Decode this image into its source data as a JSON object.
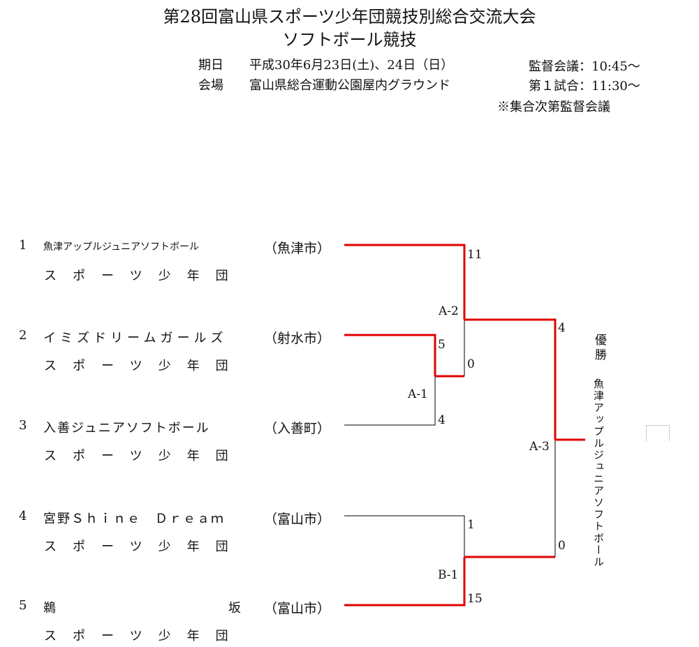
{
  "header": {
    "title_line1": "第28回富山県スポーツ少年団競技別総合交流大会",
    "title_line2": "ソフトボール競技",
    "date_label": "期日",
    "date_value": "平成30年6月23日(土)、24日（日）",
    "venue_label": "会場",
    "venue_value": "富山県総合運動公園屋内グラウンド",
    "meeting": "監督会議：10:45～",
    "first_game": "第１試合：11:30～",
    "note": "※集合次第監督会議"
  },
  "teams": [
    {
      "num": "1",
      "name": "魚津アップルジュニアソフトボール",
      "sub": "スポーツ少年団",
      "city": "（魚津市）"
    },
    {
      "num": "2",
      "name": "イミズドリームガールズ",
      "sub": "スポーツ少年団",
      "city": "（射水市）"
    },
    {
      "num": "3",
      "name": "入善ジュニアソフトボール",
      "sub": "スポーツ少年団",
      "city": "（入善町）"
    },
    {
      "num": "4",
      "name": "宮野Ｓｈｉｎｅ　Ｄｒｅａｍ",
      "sub": "スポーツ少年団",
      "city": "（富山市）"
    },
    {
      "num": "5",
      "name_left": "鵜",
      "name_right": "坂",
      "sub": "スポーツ少年団",
      "city": "（富山市）"
    }
  ],
  "matches": {
    "a1": {
      "label": "A-1",
      "score_top": "5",
      "score_bottom": "4"
    },
    "a2": {
      "label": "A-2",
      "score_top": "11",
      "score_bottom": "0"
    },
    "b1": {
      "label": "B-1",
      "score_top": "1",
      "score_bottom": "15"
    },
    "a3": {
      "label": "A-3",
      "score_top": "4",
      "score_bottom": "0"
    }
  },
  "champion": {
    "label": "優勝",
    "team": "魚津アップルジュニアソフトボール"
  },
  "colors": {
    "winner_line": "#e00000",
    "normal_line": "#000000"
  }
}
